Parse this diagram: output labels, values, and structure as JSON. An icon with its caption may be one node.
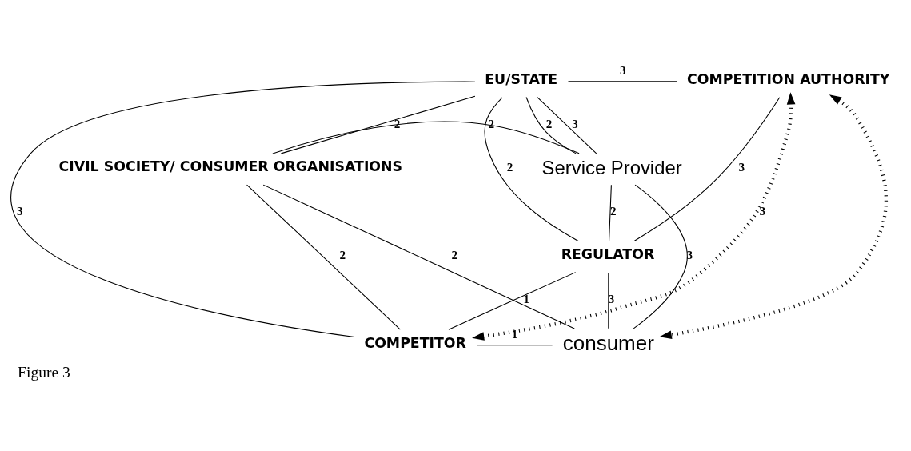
{
  "diagram": {
    "caption": "Figure 3",
    "nodes": [
      {
        "text": [
          "EU/STATE"
        ]
      },
      {
        "text": [
          "COMPETITION AUTHORITY"
        ]
      },
      {
        "text": [
          "CIVIL SOCIETY/ CONSUMER ORGANISATIONS"
        ]
      },
      {
        "text": [
          "Service Provider"
        ]
      },
      {
        "text": [
          "REGULATOR"
        ]
      },
      {
        "text": [
          "COMPETITOR"
        ]
      },
      {
        "text": [
          "consumer"
        ]
      }
    ],
    "edges": [
      {
        "from": 0,
        "to": 1,
        "arrow": "none",
        "label": "3"
      },
      {
        "from": 0,
        "to": 2,
        "arrow": "none",
        "label": "2"
      },
      {
        "from": 0,
        "to": 3,
        "arrow": "none",
        "label": "2"
      },
      {
        "from": 0,
        "to": 3,
        "arrow": "none",
        "label": "3"
      },
      {
        "from": 0,
        "to": 4,
        "arrow": "none",
        "label": "2"
      },
      {
        "from": 0,
        "to": 5,
        "arrow": "none",
        "label": "3"
      },
      {
        "from": 1,
        "to": 4,
        "arrow": "none",
        "label": "3"
      },
      {
        "from": 2,
        "to": 3,
        "arrow": "none",
        "label": "2"
      },
      {
        "from": 3,
        "to": 4,
        "arrow": "none",
        "label": "2"
      },
      {
        "from": 4,
        "to": 5,
        "arrow": "none",
        "label": "1"
      },
      {
        "from": 2,
        "to": 6,
        "arrow": "none",
        "label": "2"
      },
      {
        "from": 2,
        "to": 5,
        "arrow": "none",
        "label": "2"
      },
      {
        "from": 3,
        "to": 6,
        "arrow": "none",
        "label": "3"
      },
      {
        "from": 4,
        "to": 6,
        "arrow": "none",
        "label": "3"
      },
      {
        "from": 5,
        "to": 6,
        "arrow": "none",
        "label": "1"
      },
      {
        "from": 1,
        "to": 5,
        "arrow": "both",
        "style": "dashed",
        "label": "3"
      },
      {
        "from": 1,
        "to": 6,
        "arrow": "both",
        "style": "dashed"
      }
    ]
  }
}
